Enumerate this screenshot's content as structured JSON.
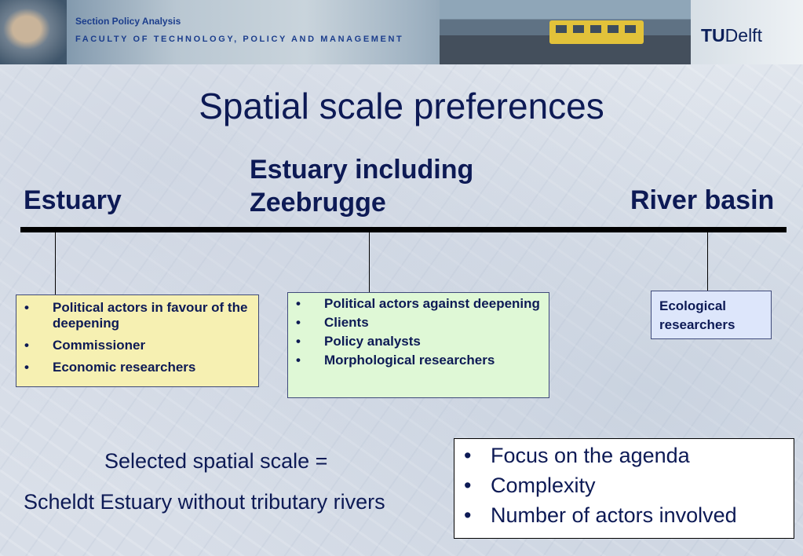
{
  "header": {
    "section": "Section Policy Analysis",
    "faculty": "FACULTY OF TECHNOLOGY, POLICY AND MANAGEMENT",
    "logo_tu": "TU",
    "logo_delft": "Delft"
  },
  "title": "Spatial scale preferences",
  "scale": {
    "left_label": "Estuary",
    "middle_label_line1": "Estuary including",
    "middle_label_line2": "Zeebrugge",
    "right_label": "River basin"
  },
  "boxes": {
    "estuary": {
      "items": [
        "Political actors in favour of the deepening",
        "Commissioner",
        "Economic researchers"
      ]
    },
    "zeebrugge": {
      "items": [
        "Political actors against deepening",
        "Clients",
        "Policy analysts",
        "Morphological researchers"
      ]
    },
    "river_basin": {
      "text_line1": "Ecological",
      "text_line2": "researchers"
    }
  },
  "selection": {
    "line1": "Selected spatial scale =",
    "line2": "Scheldt Estuary without tributary rivers"
  },
  "criteria": {
    "items": [
      "Focus on the agenda",
      "Complexity",
      "Number of actors involved"
    ]
  },
  "bullet": "•",
  "colors": {
    "text": "#0d1a55",
    "box_estuary": "#f6f0b2",
    "box_zeebrugge": "#dff8d6",
    "box_river": "#dde6fb"
  }
}
